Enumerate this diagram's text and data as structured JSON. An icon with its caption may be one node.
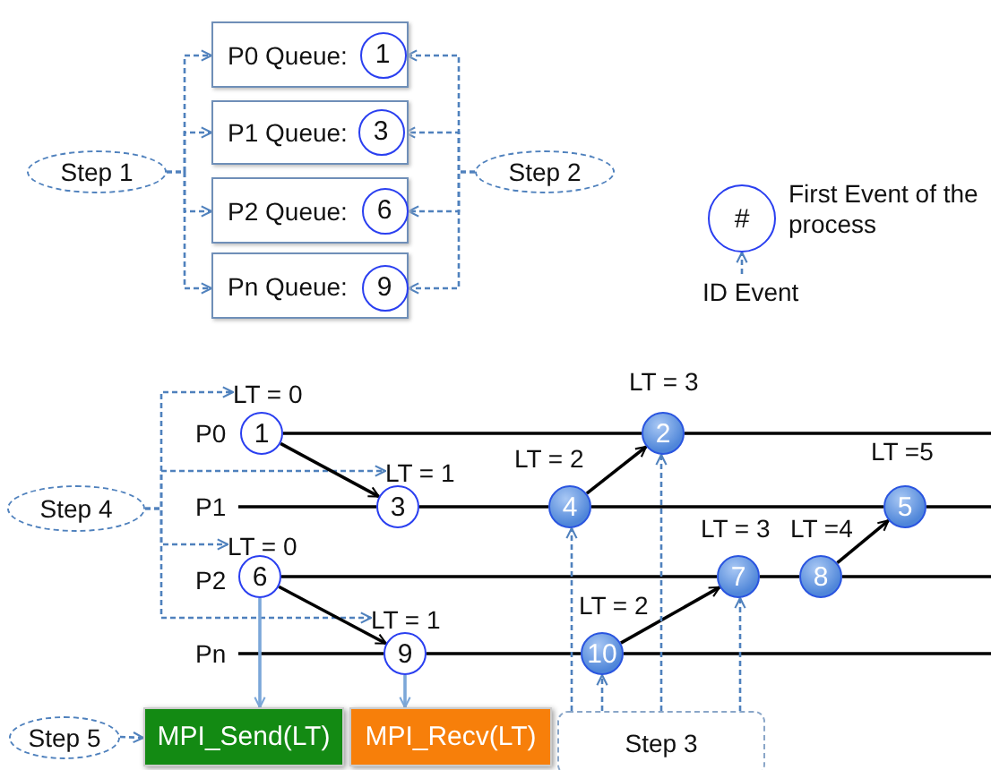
{
  "diagram": {
    "nodes": [
      {
        "text": [
          "P0 Queue:"
        ]
      },
      {
        "text": [
          "1"
        ],
        "in": 0
      },
      {
        "text": [
          "P1 Queue:"
        ]
      },
      {
        "text": [
          "3"
        ],
        "in": 2
      },
      {
        "text": [
          "P2 Queue:"
        ]
      },
      {
        "text": [
          "6"
        ],
        "in": 4
      },
      {
        "text": [
          "Pn Queue:"
        ]
      },
      {
        "text": [
          "9"
        ],
        "in": 6
      },
      {
        "text": [
          "Step 1"
        ]
      },
      {
        "text": [
          "Step 2"
        ]
      },
      {
        "text": [
          "#"
        ],
        "beside": [
          "First Event of the process"
        ]
      },
      {
        "text": [
          "ID Event"
        ]
      },
      {
        "text": [
          "Step 4"
        ]
      },
      {
        "text": [
          "LT = 0"
        ]
      },
      {
        "text": [
          "LT = 1"
        ]
      },
      {
        "text": [
          "LT = 0"
        ]
      },
      {
        "text": [
          "LT = 1"
        ]
      },
      {
        "text": [
          "P0"
        ]
      },
      {
        "text": [
          "P1"
        ]
      },
      {
        "text": [
          "P2"
        ]
      },
      {
        "text": [
          "Pn"
        ]
      },
      {
        "text": [
          "1"
        ]
      },
      {
        "text": [
          "3"
        ]
      },
      {
        "text": [
          "6"
        ]
      },
      {
        "text": [
          "9"
        ]
      },
      {
        "text": [
          "4"
        ],
        "beside": [
          "LT = 2"
        ]
      },
      {
        "text": [
          "2"
        ],
        "beside": [
          "LT = 3"
        ]
      },
      {
        "text": [
          "10"
        ],
        "beside": [
          "LT = 2"
        ]
      },
      {
        "text": [
          "7"
        ],
        "beside": [
          "LT = 3"
        ]
      },
      {
        "text": [
          "8"
        ],
        "beside": [
          "LT =4"
        ]
      },
      {
        "text": [
          "5"
        ],
        "beside": [
          "LT =5"
        ]
      },
      {
        "text": [
          "MPI_Send(LT)"
        ]
      },
      {
        "text": [
          "MPI_Recv(LT)"
        ]
      },
      {
        "text": [
          "Step 5"
        ]
      },
      {
        "text": [
          "Step 3"
        ]
      }
    ],
    "edges": [
      {
        "from": 8,
        "to": 0,
        "arrow": "to",
        "style": "dashed",
        "color": "#4f81bd"
      },
      {
        "from": 8,
        "to": 2,
        "arrow": "to",
        "style": "dashed",
        "color": "#4f81bd"
      },
      {
        "from": 8,
        "to": 4,
        "arrow": "to",
        "style": "dashed",
        "color": "#4f81bd"
      },
      {
        "from": 8,
        "to": 6,
        "arrow": "to",
        "style": "dashed",
        "color": "#4f81bd"
      },
      {
        "from": 9,
        "to": 1,
        "arrow": "to",
        "style": "dashed",
        "color": "#4f81bd"
      },
      {
        "from": 9,
        "to": 3,
        "arrow": "to",
        "style": "dashed",
        "color": "#4f81bd"
      },
      {
        "from": 9,
        "to": 5,
        "arrow": "to",
        "style": "dashed",
        "color": "#4f81bd"
      },
      {
        "from": 9,
        "to": 7,
        "arrow": "to",
        "style": "dashed",
        "color": "#4f81bd"
      },
      {
        "from": 11,
        "to": 10,
        "arrow": "to",
        "style": "dashed",
        "color": "#4f81bd"
      },
      {
        "from": 12,
        "to": 13,
        "arrow": "to",
        "style": "dashed",
        "color": "#4f81bd"
      },
      {
        "from": 12,
        "to": 14,
        "arrow": "to",
        "style": "dashed",
        "color": "#4f81bd"
      },
      {
        "from": 12,
        "to": 15,
        "arrow": "to",
        "style": "dashed",
        "color": "#4f81bd"
      },
      {
        "from": 12,
        "to": 16,
        "arrow": "to",
        "style": "dashed",
        "color": "#4f81bd"
      },
      {
        "from": 21,
        "to": 26,
        "arrow": "none",
        "color": "#000000"
      },
      {
        "from": 26,
        "to": null,
        "arrow": "none",
        "color": "#000000"
      },
      {
        "from": 18,
        "to": 22,
        "arrow": "none",
        "color": "#000000"
      },
      {
        "from": 22,
        "to": 25,
        "arrow": "none",
        "color": "#000000"
      },
      {
        "from": 25,
        "to": 30,
        "arrow": "none",
        "color": "#000000"
      },
      {
        "from": 30,
        "to": null,
        "arrow": "none",
        "color": "#000000"
      },
      {
        "from": 23,
        "to": 28,
        "arrow": "none",
        "color": "#000000"
      },
      {
        "from": 28,
        "to": 29,
        "arrow": "none",
        "color": "#000000"
      },
      {
        "from": 29,
        "to": null,
        "arrow": "none",
        "color": "#000000"
      },
      {
        "from": 20,
        "to": 24,
        "arrow": "none",
        "color": "#000000"
      },
      {
        "from": 24,
        "to": 27,
        "arrow": "none",
        "color": "#000000"
      },
      {
        "from": 27,
        "to": null,
        "arrow": "none",
        "color": "#000000"
      },
      {
        "from": 21,
        "to": 22,
        "arrow": "to",
        "color": "#000000"
      },
      {
        "from": 23,
        "to": 24,
        "arrow": "to",
        "color": "#000000"
      },
      {
        "from": 25,
        "to": 26,
        "arrow": "to",
        "color": "#000000"
      },
      {
        "from": 27,
        "to": 28,
        "arrow": "to",
        "color": "#000000"
      },
      {
        "from": 29,
        "to": 30,
        "arrow": "to",
        "color": "#000000"
      },
      {
        "from": 23,
        "to": 31,
        "arrow": "to",
        "color": "#7ba7d9"
      },
      {
        "from": 24,
        "to": 32,
        "arrow": "to",
        "color": "#7ba7d9"
      },
      {
        "from": 33,
        "to": 31,
        "arrow": "to",
        "style": "dashed",
        "color": "#4f81bd"
      },
      {
        "from": 34,
        "to": 25,
        "arrow": "to",
        "style": "dashed",
        "color": "#4f81bd"
      },
      {
        "from": 34,
        "to": 26,
        "arrow": "to",
        "style": "dashed",
        "color": "#4f81bd"
      },
      {
        "from": 34,
        "to": 27,
        "arrow": "to",
        "style": "dashed",
        "color": "#4f81bd"
      },
      {
        "from": 34,
        "to": 28,
        "arrow": "to",
        "style": "dashed",
        "color": "#4f81bd"
      }
    ]
  }
}
